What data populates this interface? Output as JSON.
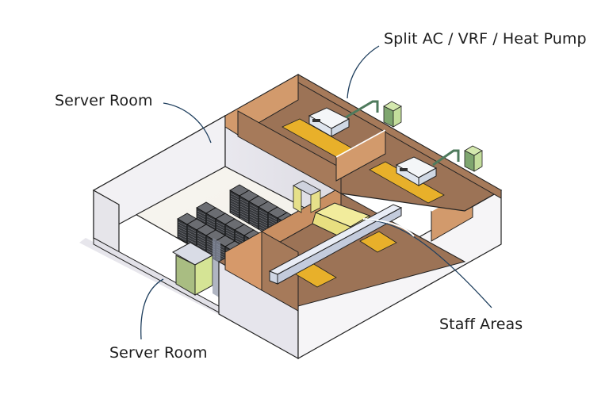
{
  "diagram": {
    "title": "Isometric facility cutaway: server room, staff areas and HVAC",
    "labels": [
      {
        "id": "hvac",
        "text": "Split AC / VRF / Heat Pump",
        "points_to": "ceiling cassette indoor units"
      },
      {
        "id": "server_top",
        "text": "Server Room",
        "points_to": "server room back wall"
      },
      {
        "id": "server_bottom",
        "text": "Server Room",
        "points_to": "server room front edge"
      },
      {
        "id": "staff",
        "text": "Staff Areas",
        "points_to": "staff office rooms"
      }
    ],
    "components": {
      "server_racks": {
        "rows": 3,
        "description": "dark grey rack cabinets"
      },
      "indoor_units": {
        "count": 2,
        "type": "ceiling cassette"
      },
      "outdoor_units": {
        "count": 2,
        "color": "light green"
      },
      "cooling_cabinets": {
        "count": 2,
        "color": "yellow-green"
      },
      "desks": {
        "count": 4,
        "color": "amber"
      }
    },
    "colors": {
      "room_floor_brown": "#9c7356",
      "wall_tan": "#d29a6c",
      "desk_amber": "#e8b02a",
      "outer_wall": "#f4f3f5",
      "server_dark": "#4b4d52",
      "outdoor_unit_green": "#b9d98f",
      "leader_line": "#1f3f5e",
      "text": "#1c1c1c"
    }
  }
}
